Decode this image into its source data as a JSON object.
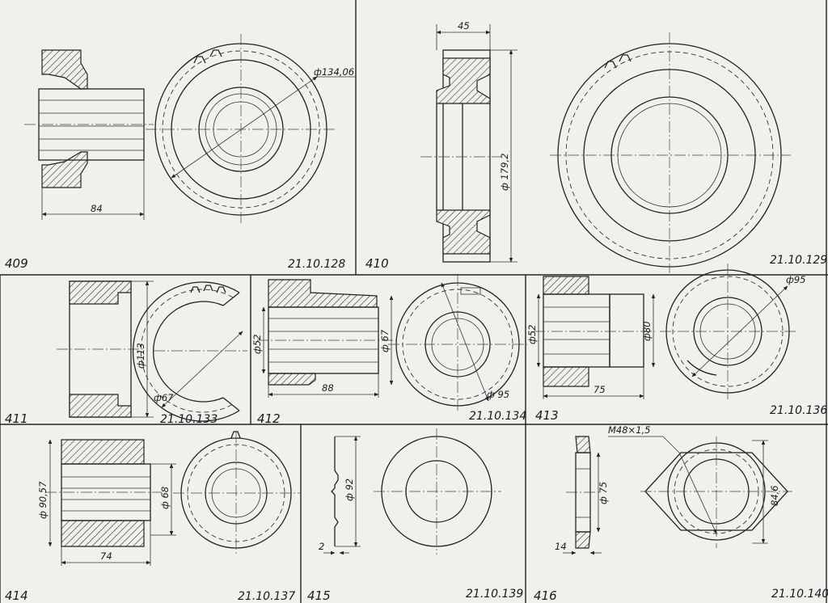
{
  "parts": [
    {
      "number": "409",
      "code": "21.10.128",
      "dims": [
        "84",
        "ф134,06"
      ]
    },
    {
      "number": "410",
      "code": "21.10.129",
      "dims": [
        "45",
        "ф 179,2"
      ]
    },
    {
      "number": "411",
      "code": "21.10.133",
      "dims": [
        "ф113",
        "ф67"
      ]
    },
    {
      "number": "412",
      "code": "21.10.134",
      "dims": [
        "ф52",
        "ф 67",
        "88",
        "ф 95"
      ]
    },
    {
      "number": "413",
      "code": "21.10.136",
      "dims": [
        "ф52",
        "ф80",
        "75",
        "ф95"
      ]
    },
    {
      "number": "414",
      "code": "21.10.137",
      "dims": [
        "ф 90,57",
        "ф 68",
        "74"
      ]
    },
    {
      "number": "415",
      "code": "21.10.139",
      "dims": [
        "ф 92",
        "2"
      ]
    },
    {
      "number": "416",
      "code": "21.10.140",
      "dims": [
        "M48×1,5",
        "ф 75",
        "84,6",
        "14"
      ]
    }
  ]
}
